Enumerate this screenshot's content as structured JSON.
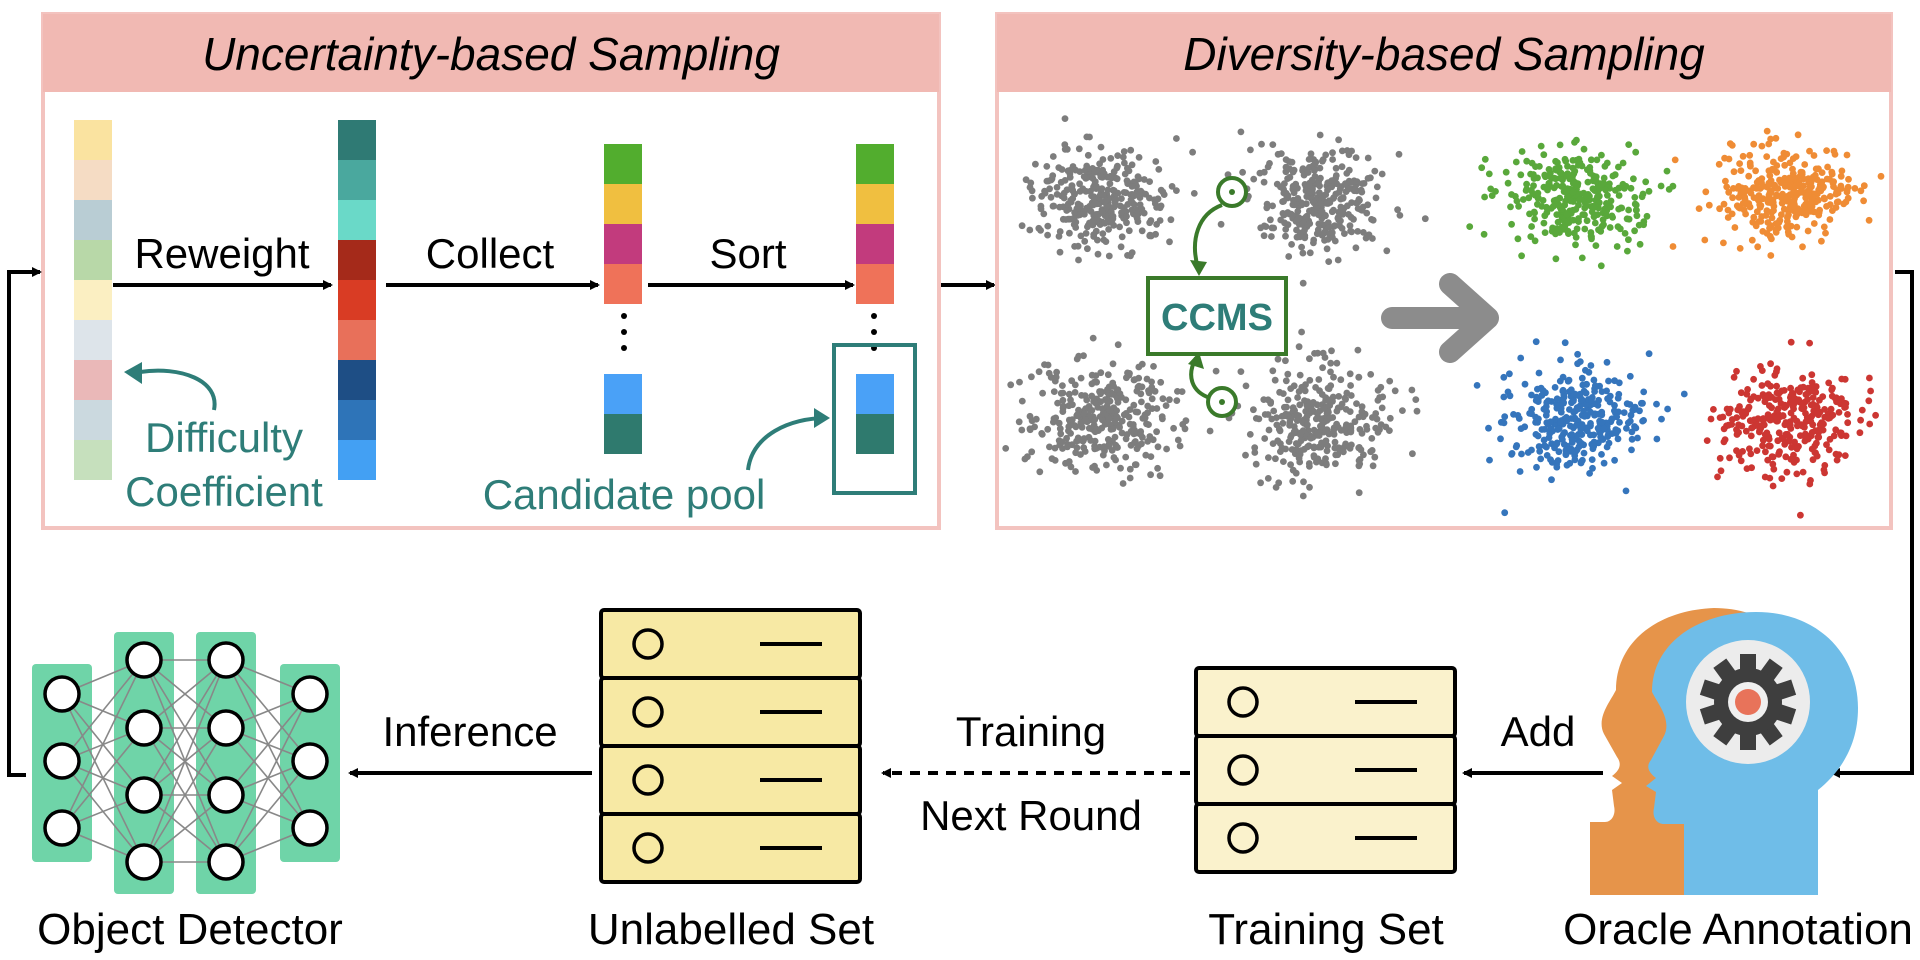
{
  "uncertainty_panel": {
    "title": "Uncertainty-based Sampling",
    "step_reweight": "Reweight",
    "step_collect": "Collect",
    "step_sort": "Sort",
    "difficulty_label_line1": "Difficulty",
    "difficulty_label_line2": "Coefficient",
    "candidate_pool_label": "Candidate pool",
    "difficulty_colors": [
      "#fae3a0",
      "#f5dcc4",
      "#b9cdd4",
      "#b8d8a8",
      "#fbefc2",
      "#dde4ea",
      "#eab8b8",
      "#cbd9df",
      "#c6e0bd"
    ],
    "reweighted_colors": [
      "#2f7a74",
      "#4aa89e",
      "#6ad9c8",
      "#a52a1a",
      "#d93c24",
      "#e8705a",
      "#1e4e85",
      "#2e74b8",
      "#43a0f3"
    ],
    "collected_colors": [
      "#52ad2e",
      "#f0bf40",
      "#c23b7d",
      "#ef7259"
    ],
    "collected_tail_colors": [
      "#4aa1f7",
      "#2f7a6e"
    ]
  },
  "diversity_panel": {
    "title": "Diversity-based Sampling",
    "ccms_label": "CCMS",
    "cluster_colors": [
      "#59a83b",
      "#ef8c35",
      "#3575bc",
      "#cc3632"
    ],
    "gray_color": "#7d7d7d"
  },
  "bottom": {
    "object_detector_label": "Object Detector",
    "unlabelled_set_label": "Unlabelled Set",
    "training_set_label": "Training Set",
    "oracle_annotation_label": "Oracle Annotation",
    "inference_label": "Inference",
    "training_label": "Training",
    "next_round_label": "Next Round",
    "add_label": "Add"
  },
  "colors": {
    "panel_header": "#f1b9b3",
    "panel_border": "#f3c3bf",
    "teal_text": "#2e7d78",
    "ccms_green": "#3a7a2a",
    "node_fill": "#6fd4a8",
    "db_fill": "#f7e9a4",
    "train_db_fill": "#faf2cc",
    "head_orange": "#e6944a",
    "head_blue": "#6fbde8"
  }
}
